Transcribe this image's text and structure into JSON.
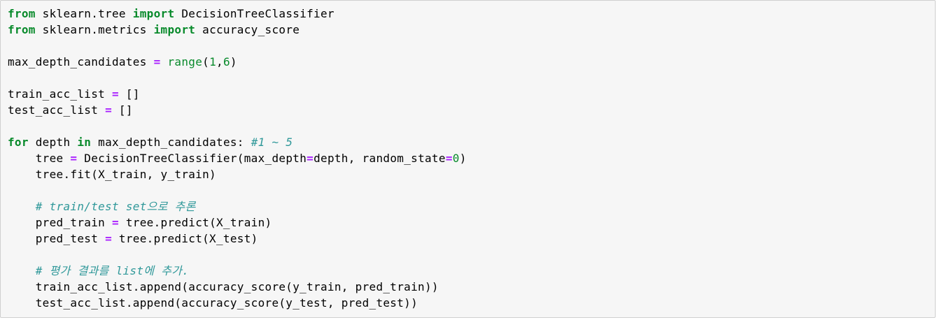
{
  "cell": {
    "type": "jupyter-code-cell-input",
    "language": "python"
  },
  "colors": {
    "background": "#f6f6f6",
    "border": "#cfcfcf",
    "text": "#000000",
    "keyword": "#088A2B",
    "builtin": "#088A2B",
    "number": "#088A2B",
    "operator": "#AA22FF",
    "comment": "#2F9899"
  },
  "code": {
    "lines": [
      [
        [
          "k",
          "from"
        ],
        [
          "p",
          " sklearn.tree "
        ],
        [
          "k",
          "import"
        ],
        [
          "p",
          " DecisionTreeClassifier"
        ]
      ],
      [
        [
          "k",
          "from"
        ],
        [
          "p",
          " sklearn.metrics "
        ],
        [
          "k",
          "import"
        ],
        [
          "p",
          " accuracy_score"
        ]
      ],
      [],
      [
        [
          "p",
          "max_depth_candidates "
        ],
        [
          "o",
          "="
        ],
        [
          "p",
          " "
        ],
        [
          "b",
          "range"
        ],
        [
          "p",
          "("
        ],
        [
          "n",
          "1"
        ],
        [
          "p",
          ","
        ],
        [
          "n",
          "6"
        ],
        [
          "p",
          ")"
        ]
      ],
      [],
      [
        [
          "p",
          "train_acc_list "
        ],
        [
          "o",
          "="
        ],
        [
          "p",
          " []"
        ]
      ],
      [
        [
          "p",
          "test_acc_list "
        ],
        [
          "o",
          "="
        ],
        [
          "p",
          " []"
        ]
      ],
      [],
      [
        [
          "k",
          "for"
        ],
        [
          "p",
          " depth "
        ],
        [
          "k",
          "in"
        ],
        [
          "p",
          " max_depth_candidates: "
        ],
        [
          "c",
          "#1 ~ 5"
        ]
      ],
      [
        [
          "p",
          "    tree "
        ],
        [
          "o",
          "="
        ],
        [
          "p",
          " DecisionTreeClassifier(max_depth"
        ],
        [
          "o",
          "="
        ],
        [
          "p",
          "depth, random_state"
        ],
        [
          "o",
          "="
        ],
        [
          "n",
          "0"
        ],
        [
          "p",
          ")"
        ]
      ],
      [
        [
          "p",
          "    tree.fit(X_train, y_train)"
        ]
      ],
      [],
      [
        [
          "p",
          "    "
        ],
        [
          "c",
          "# train/test set으로 추론"
        ]
      ],
      [
        [
          "p",
          "    pred_train "
        ],
        [
          "o",
          "="
        ],
        [
          "p",
          " tree.predict(X_train)"
        ]
      ],
      [
        [
          "p",
          "    pred_test "
        ],
        [
          "o",
          "="
        ],
        [
          "p",
          " tree.predict(X_test)"
        ]
      ],
      [],
      [
        [
          "p",
          "    "
        ],
        [
          "c",
          "# 평가 결과를 list에 추가."
        ]
      ],
      [
        [
          "p",
          "    train_acc_list.append(accuracy_score(y_train, pred_train))"
        ]
      ],
      [
        [
          "p",
          "    test_acc_list.append(accuracy_score(y_test, pred_test))"
        ]
      ]
    ]
  }
}
